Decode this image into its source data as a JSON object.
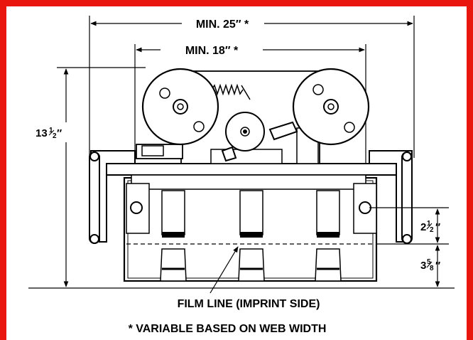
{
  "dimensions": {
    "overall_width": {
      "value": "25″",
      "prefix": "MIN.",
      "mark": "*"
    },
    "inner_width": {
      "value": "18″",
      "prefix": "MIN.",
      "mark": "*"
    },
    "height": {
      "whole": "13",
      "num": "1",
      "den": "2",
      "unit": "″"
    },
    "roller_offset": {
      "whole": "2",
      "num": "1",
      "den": "2",
      "unit": "″"
    },
    "film_offset": {
      "whole": "3",
      "num": "5",
      "den": "8",
      "unit": "″"
    }
  },
  "labels": {
    "overall_width": "MIN. 25″ *",
    "inner_width": "MIN. 18″ *",
    "film_line": "FILM LINE (IMPRINT SIDE)",
    "footnote": "* VARIABLE BASED ON WEB WIDTH"
  },
  "colors": {
    "frame": "#e8160c",
    "ink": "#000000",
    "background": "#ffffff"
  }
}
